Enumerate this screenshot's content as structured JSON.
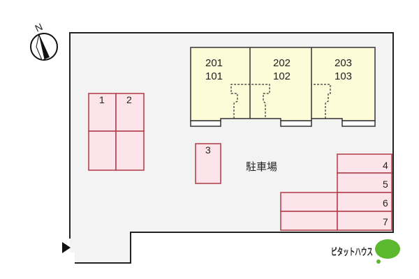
{
  "compass": {
    "label": "N",
    "icon": "north-arrow-icon"
  },
  "site": {
    "background": "#f3f3f3",
    "border": "#222222",
    "parking_label": "駐車場"
  },
  "building": {
    "fill": "#fefbd8",
    "border": "#333333",
    "units": [
      {
        "upper": "201",
        "lower": "101"
      },
      {
        "upper": "202",
        "lower": "102"
      },
      {
        "upper": "203",
        "lower": "103"
      }
    ]
  },
  "parking": {
    "fill": "#fde3ea",
    "border": "#b03a48",
    "spaces": [
      "1",
      "2",
      "3",
      "4",
      "5",
      "6",
      "7"
    ]
  },
  "entrance": {
    "icon": "entrance-arrow-icon"
  },
  "brand": {
    "name": "ピタットハウス",
    "color": "#5cb82e"
  }
}
